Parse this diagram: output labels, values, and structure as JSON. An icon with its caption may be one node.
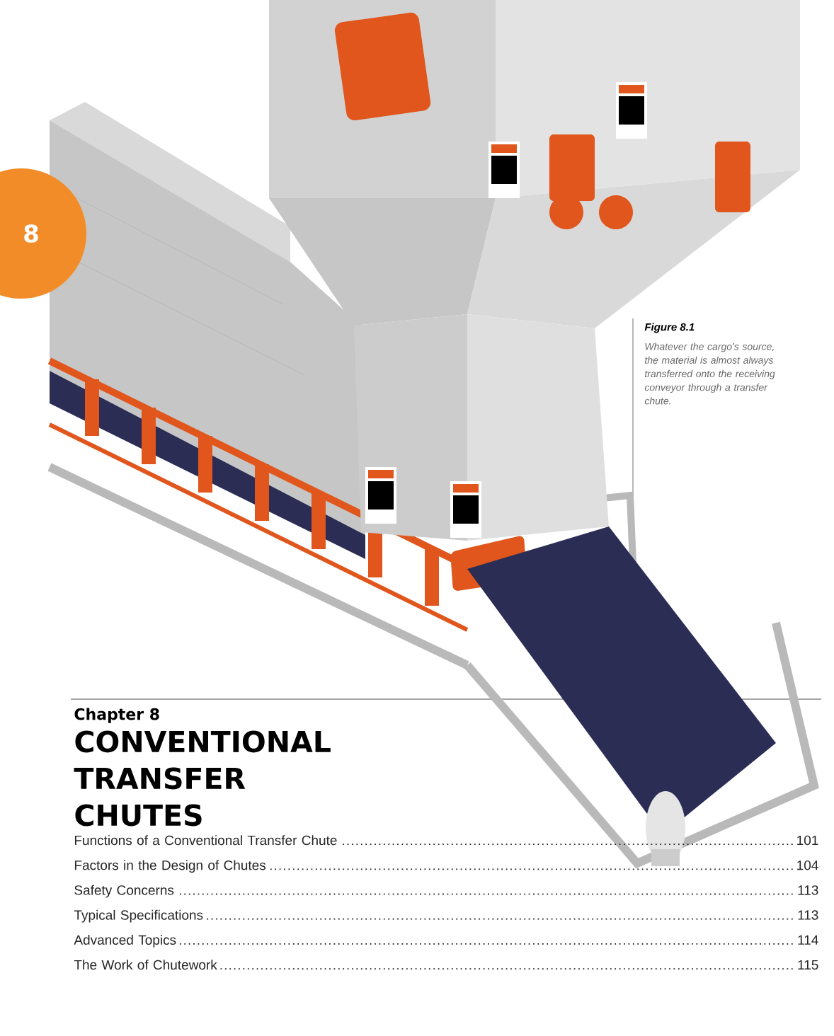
{
  "diagram": {
    "title": "CONVENTIONAL TRANSFER CHUTES",
    "caption": "Whatever the cargo's source, the material is almost always transferred onto the receiving conveyor through a transfer chute.",
    "nodes": [
      {
        "text": [
          "8"
        ]
      }
    ],
    "labels": [
      "Chapter 8",
      "Figure 8.1",
      "Functions of a Conventional Transfer Chute",
      "101",
      "Factors in the Design of Chutes",
      "104",
      "Safety Concerns",
      "113",
      "Typical Specifications",
      "113",
      "Advanced Topics",
      "114",
      "The Work of Chutework",
      "115"
    ]
  }
}
